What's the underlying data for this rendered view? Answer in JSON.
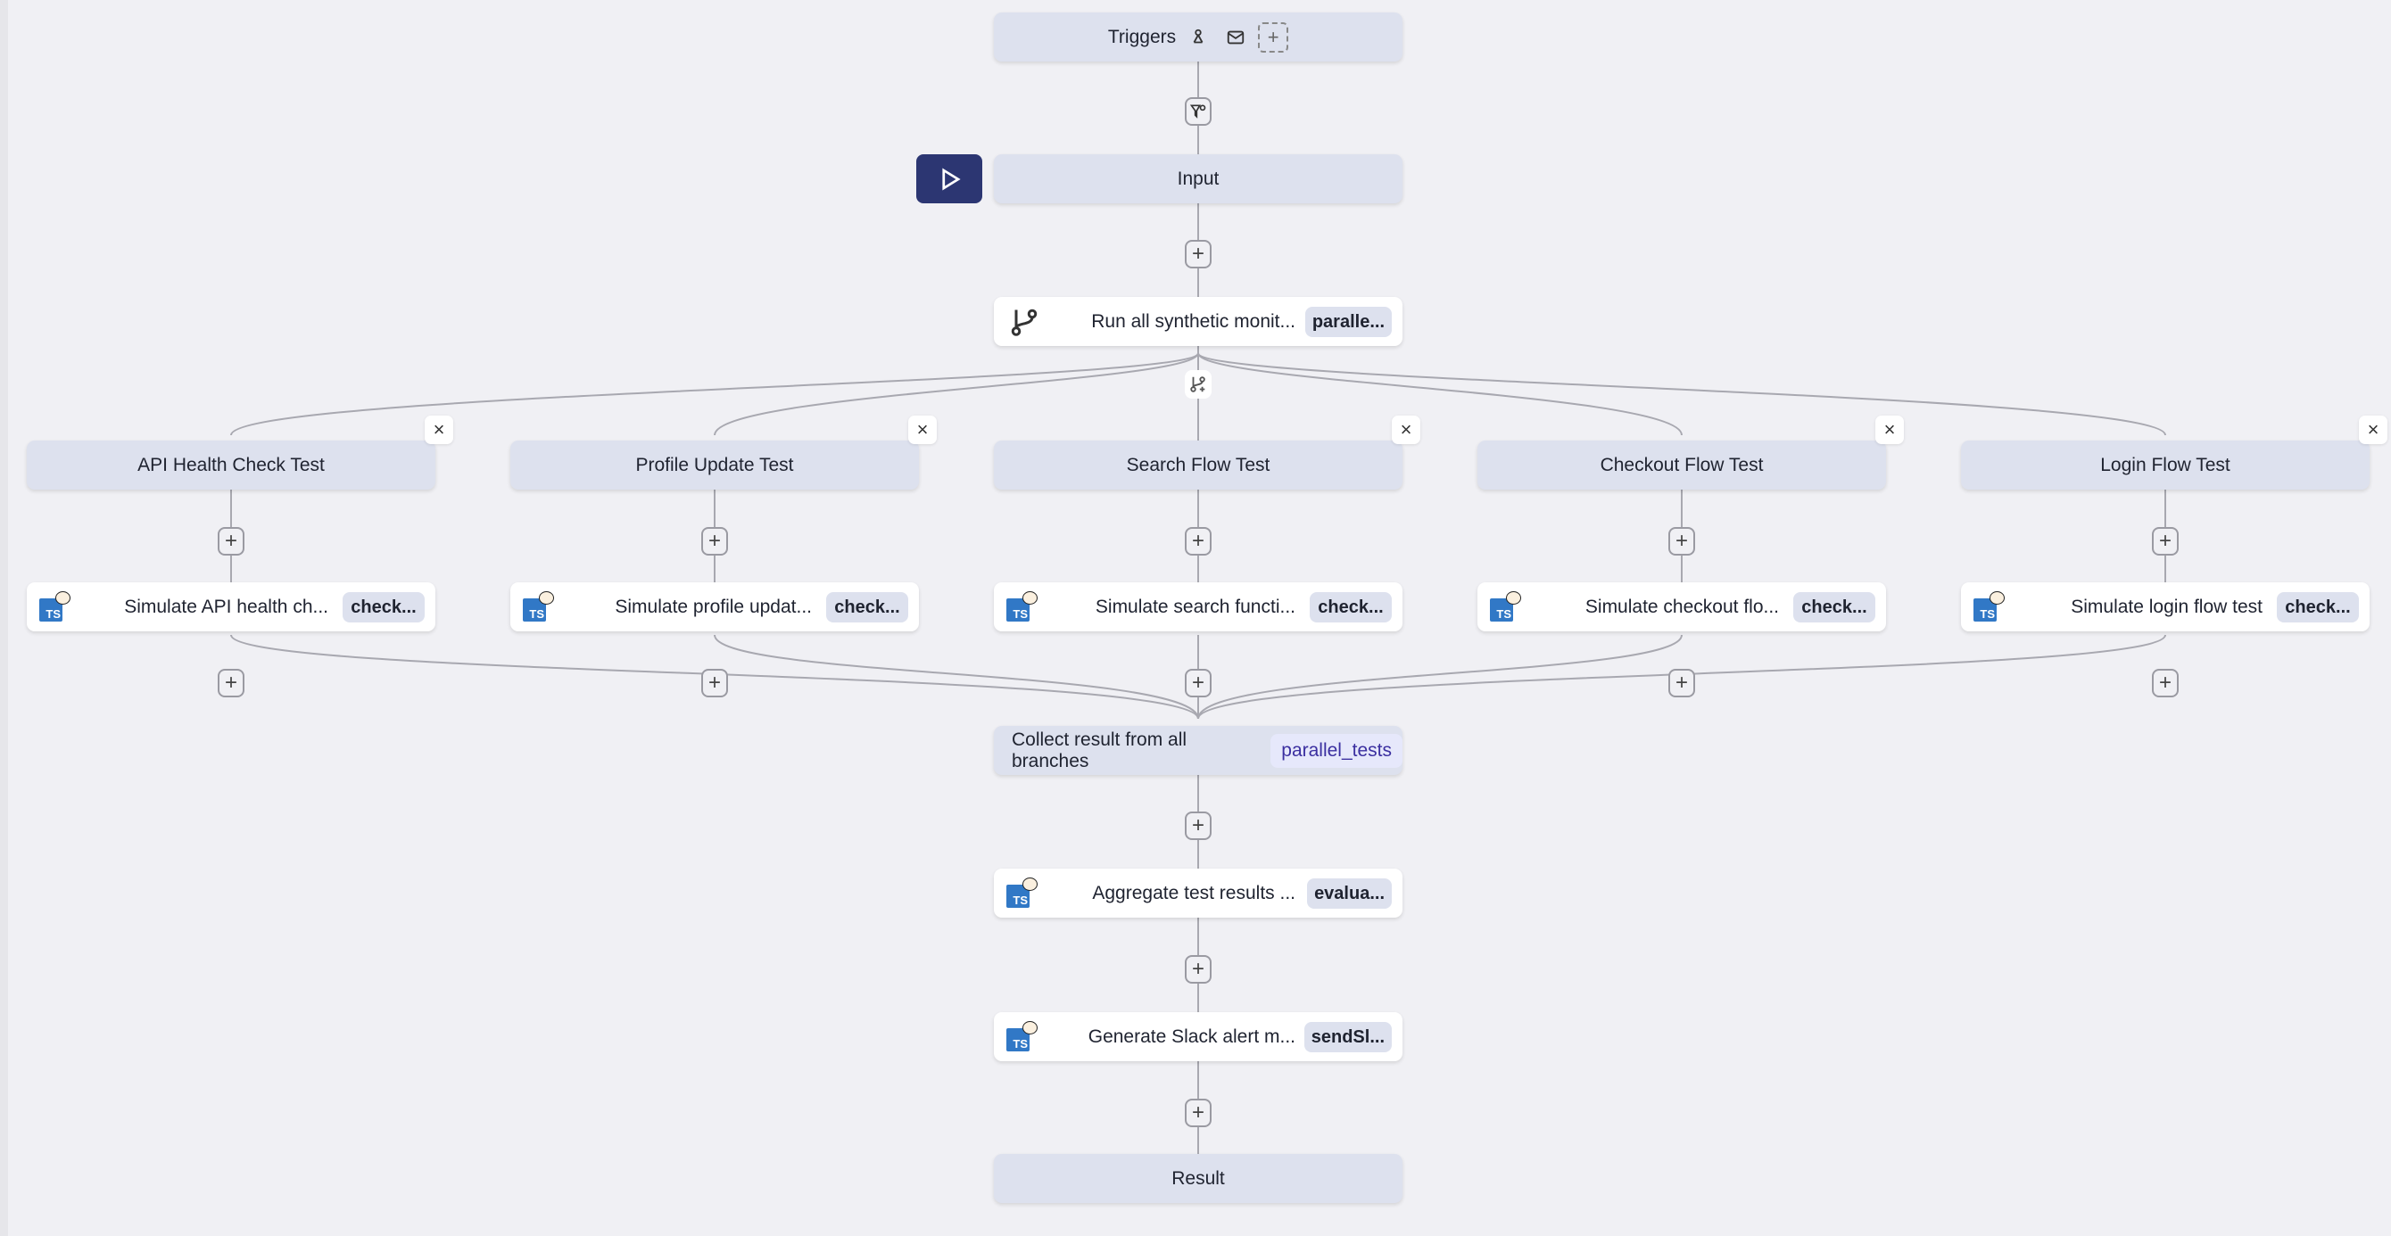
{
  "triggers": {
    "label": "Triggers",
    "icons": [
      "webhook-icon",
      "mail-icon",
      "add-trigger-icon"
    ]
  },
  "input": {
    "label": "Input"
  },
  "branch_all": {
    "label": "Run all synthetic monit...",
    "tag": "paralle..."
  },
  "branches": [
    {
      "title": "API Health Check Test",
      "step": "Simulate API health ch...",
      "tag": "check..."
    },
    {
      "title": "Profile Update Test",
      "step": "Simulate profile updat...",
      "tag": "check..."
    },
    {
      "title": "Search Flow Test",
      "step": "Simulate search functi...",
      "tag": "check..."
    },
    {
      "title": "Checkout Flow Test",
      "step": "Simulate checkout flo...",
      "tag": "check..."
    },
    {
      "title": "Login Flow Test",
      "step": "Simulate login flow test",
      "tag": "check..."
    }
  ],
  "collect": {
    "label": "Collect result from all branches",
    "tag": "parallel_tests"
  },
  "aggregate": {
    "label": "Aggregate test results ...",
    "tag": "evalua..."
  },
  "slack": {
    "label": "Generate Slack alert m...",
    "tag": "sendSl..."
  },
  "result": {
    "label": "Result"
  },
  "symbols": {
    "plus": "+",
    "close": "×",
    "ts": "TS"
  },
  "colors": {
    "background": "#f0f0f4",
    "node": "#dde1ee",
    "play": "#2c3672",
    "collect_tag_text": "#3b2fa0",
    "ts": "#3178c6"
  }
}
